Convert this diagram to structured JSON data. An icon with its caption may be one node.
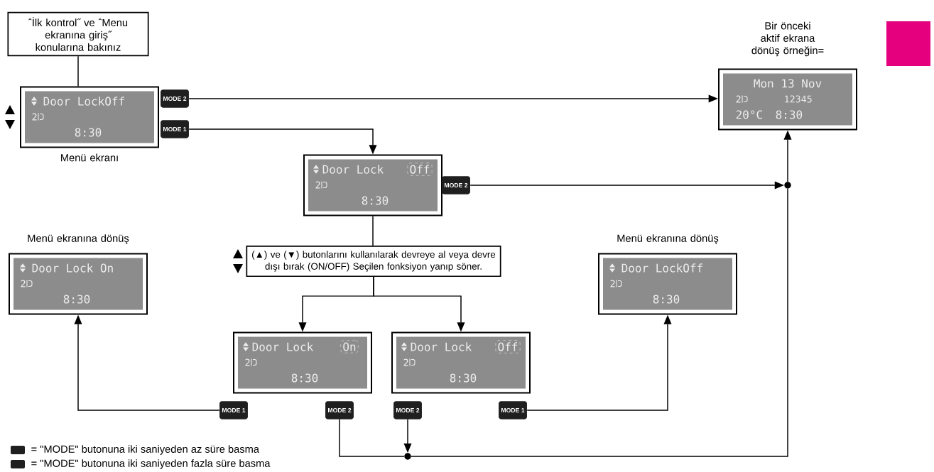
{
  "diagram": {
    "nodes": [
      {
        "text": [
          "ˆİlk kontrol˝ ve ˆMenu ekranına giriş˝ konularına bakınız"
        ]
      },
      {
        "text": [
          "Door LockOff",
          "2",
          "8:30"
        ],
        "beside": [
          "Menü ekranı"
        ]
      },
      {
        "text": [
          "MODE 2"
        ]
      },
      {
        "text": [
          "MODE 1"
        ]
      },
      {
        "text": [
          "Mon 13 Nov",
          "2",
          "12345",
          "20°C",
          "8:30"
        ],
        "beside": [
          "Bir önceki aktif ekrana dönüş örneğin="
        ]
      },
      {
        "text": [
          "Door Lock",
          "Off",
          "2",
          "8:30"
        ]
      },
      {
        "text": [
          "MODE 2"
        ]
      },
      {
        "text": [],
        "shape": "circle"
      },
      {
        "text": [
          "(▲) ve (▼) butonlarını kullanılarak devreye al veya devre dışı bırak (ON/OFF) Seçilen fonksiyon yanıp söner."
        ]
      },
      {
        "text": [
          "Door Lock On",
          "2",
          "8:30"
        ],
        "beside": [
          "Menü ekranına dönüş"
        ]
      },
      {
        "text": [
          "Door LockOff",
          "2",
          "8:30"
        ],
        "beside": [
          "Menü ekranına dönüş"
        ]
      },
      {
        "text": [
          "Door Lock",
          "On",
          "2",
          "8:30"
        ]
      },
      {
        "text": [
          "Door Lock",
          "Off",
          "2",
          "8:30"
        ]
      },
      {
        "text": [
          "MODE 1"
        ]
      },
      {
        "text": [
          "MODE 2"
        ]
      },
      {
        "text": [
          "MODE 2"
        ]
      },
      {
        "text": [
          "MODE 1"
        ]
      },
      {
        "text": [],
        "shape": "circle"
      }
    ],
    "edges": [
      {
        "from": 0,
        "to": 1,
        "arrow": "none"
      },
      {
        "from": 2,
        "to": 4,
        "arrow": "to"
      },
      {
        "from": 3,
        "to": 5,
        "arrow": "to"
      },
      {
        "from": 6,
        "to": 7,
        "arrow": "to"
      },
      {
        "from": 7,
        "to": 4,
        "arrow": "to"
      },
      {
        "from": 5,
        "to": 8,
        "arrow": "none"
      },
      {
        "from": 8,
        "to": 11,
        "arrow": "to"
      },
      {
        "from": 8,
        "to": 12,
        "arrow": "to"
      },
      {
        "from": 13,
        "to": 9,
        "arrow": "to"
      },
      {
        "from": 16,
        "to": 10,
        "arrow": "to"
      },
      {
        "from": 15,
        "to": 17,
        "arrow": "to"
      },
      {
        "from": 14,
        "to": 17,
        "arrow": "none"
      },
      {
        "from": 17,
        "to": 7,
        "arrow": "none"
      }
    ],
    "legend": [
      {
        "text": "= \"MODE\" butonuna iki saniyeden az süre basma"
      },
      {
        "text": "= \"MODE\" butonuna iki saniyeden fazla süre basma"
      }
    ]
  }
}
